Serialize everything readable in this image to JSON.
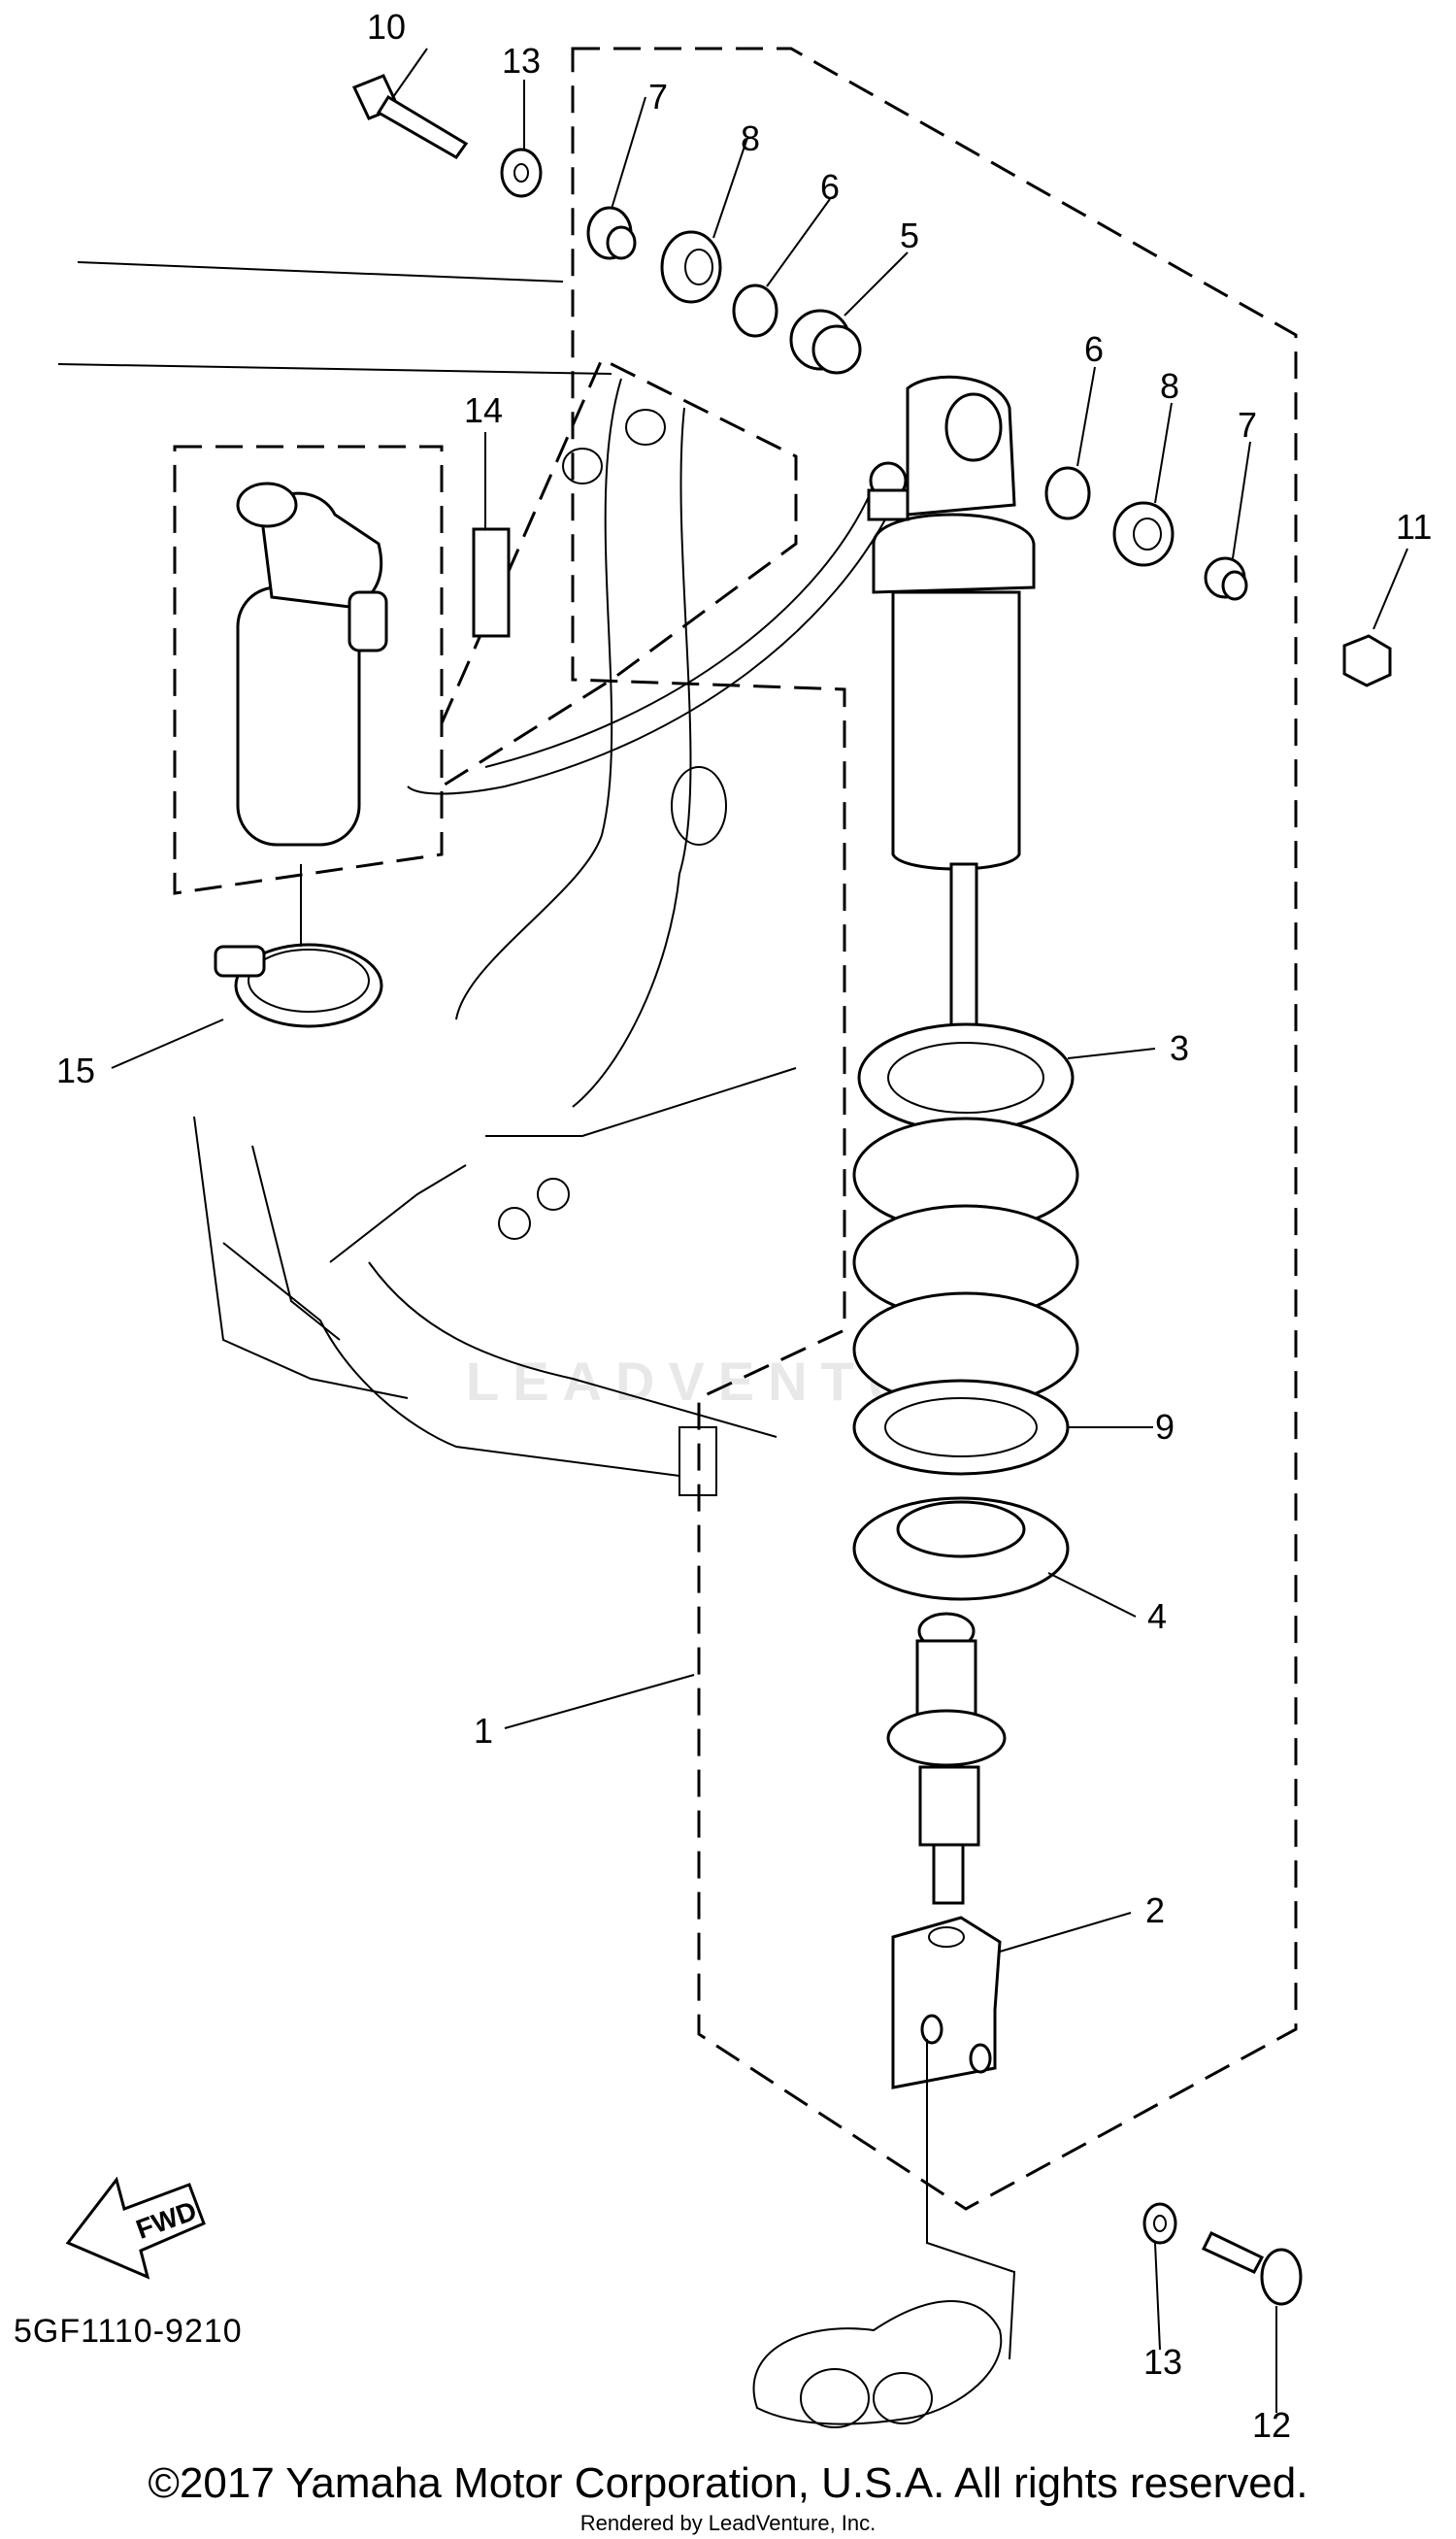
{
  "diagram": {
    "callouts": {
      "c1": "1",
      "c2": "2",
      "c3": "3",
      "c4": "4",
      "c5": "5",
      "c6a": "6",
      "c6b": "6",
      "c7a": "7",
      "c7b": "7",
      "c8a": "8",
      "c8b": "8",
      "c9": "9",
      "c10": "10",
      "c11": "11",
      "c12": "12",
      "c13a": "13",
      "c13b": "13",
      "c14": "14",
      "c15": "15"
    },
    "fwd_label": "FWD",
    "diagram_code": "5GF1110-9210",
    "watermark": "LEADVENTURE",
    "copyright": "©2017 Yamaha Motor Corporation, U.S.A. All rights reserved.",
    "rendered_by": "Rendered by LeadVenture, Inc."
  }
}
